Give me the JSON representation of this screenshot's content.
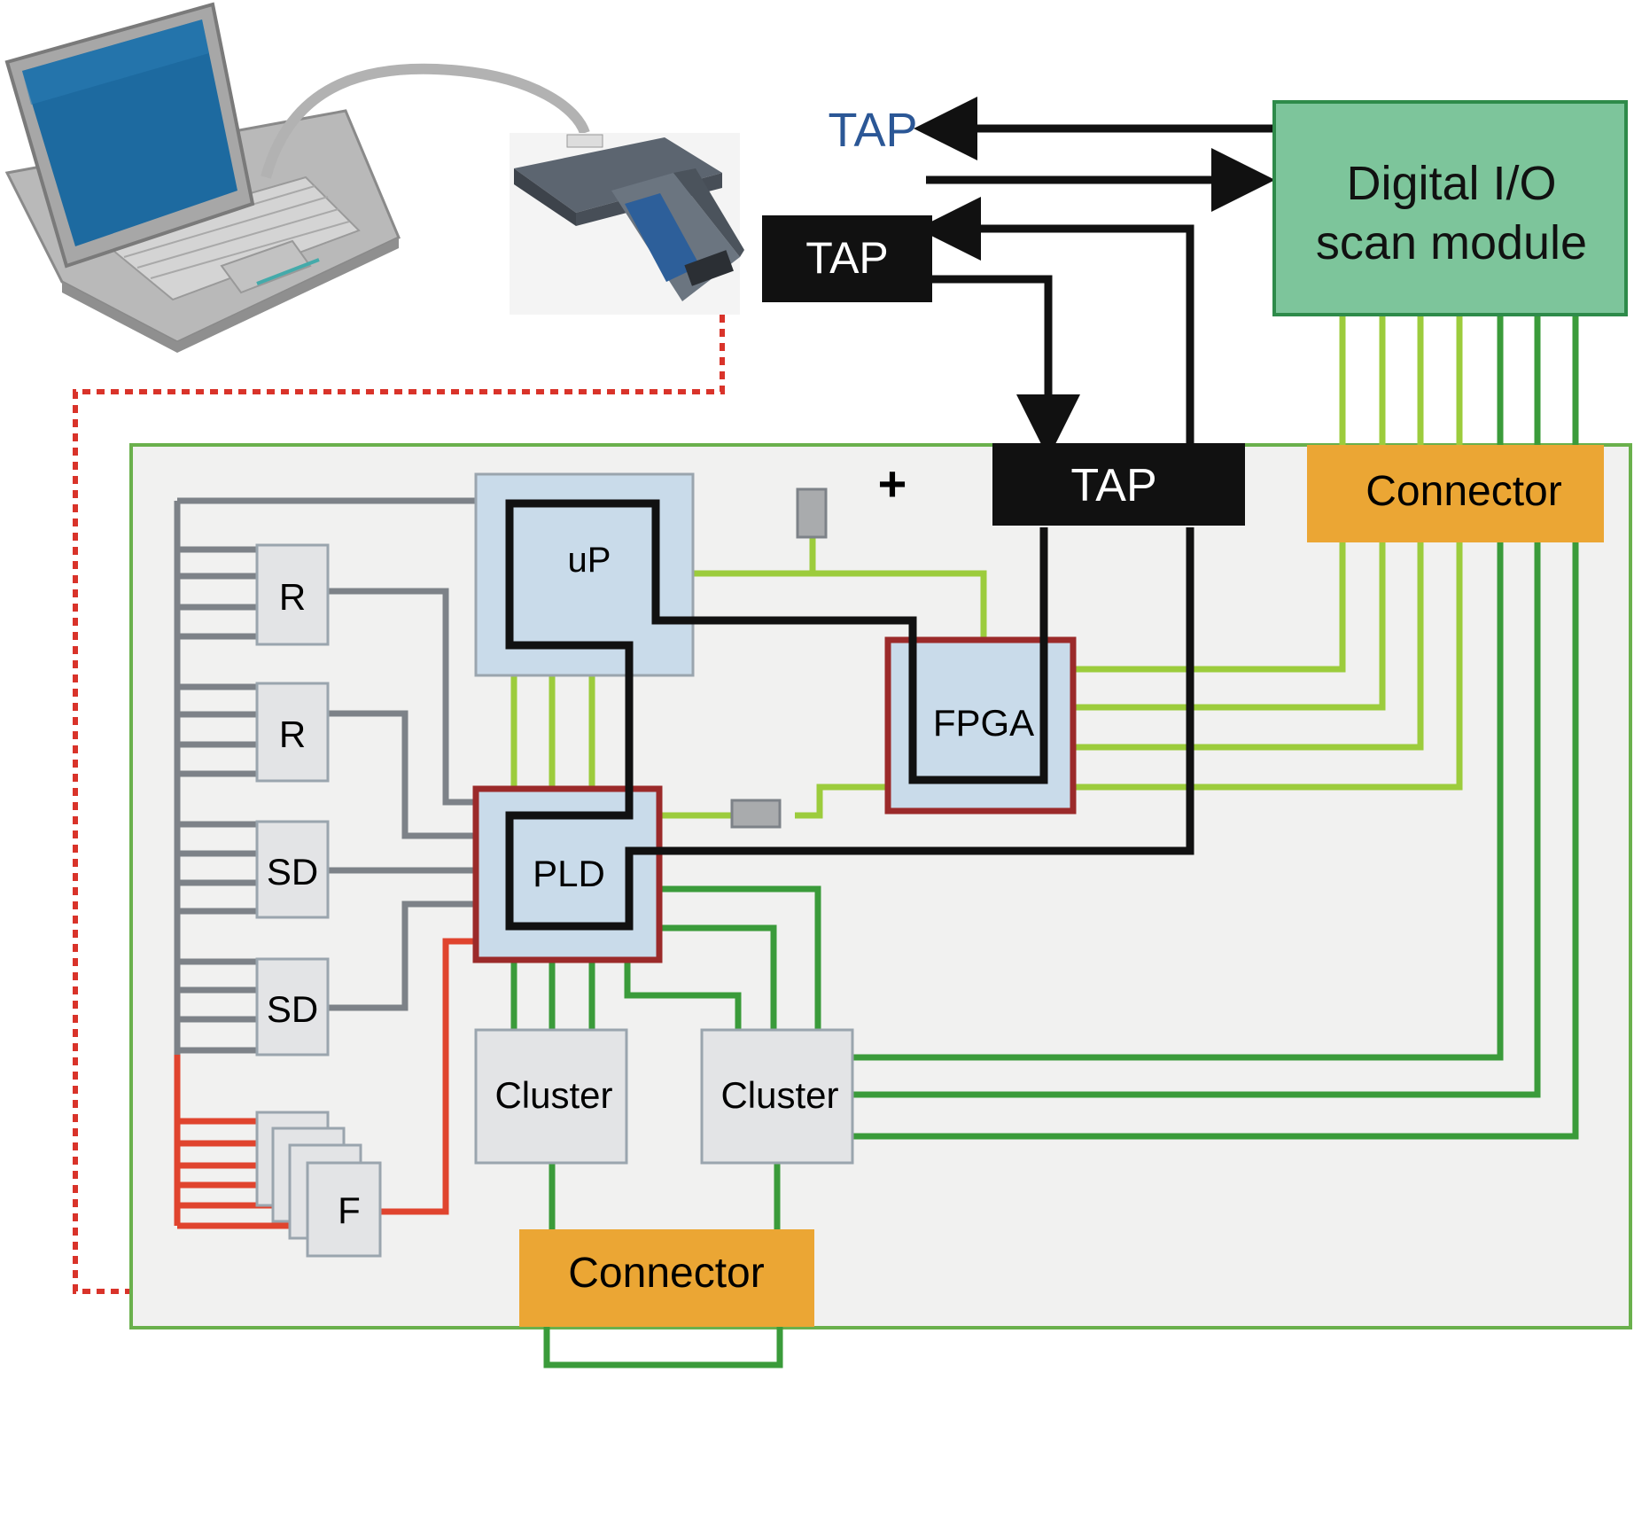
{
  "external": {
    "tap_label": "TAP",
    "controller_tap_label": "TAP",
    "digital_io_line1": "Digital I/O",
    "digital_io_line2": "scan module"
  },
  "board": {
    "tap_label": "TAP",
    "plus_label": "+",
    "connector_right_label": "Connector",
    "connector_bottom_label": "Connector",
    "components": {
      "up": "uP",
      "fpga": "FPGA",
      "pld": "PLD",
      "r1": "R",
      "r2": "R",
      "sd1": "SD",
      "sd2": "SD",
      "flash": "F",
      "cluster1": "Cluster",
      "cluster2": "Cluster"
    }
  },
  "colors": {
    "board_fill": "#f1f1f0",
    "board_border": "#6ab04c",
    "chip_fill": "#c9dbea",
    "chip_border_scan": "#9b2a2a",
    "chip_border_plain": "#9aa5ae",
    "passive_fill": "#e3e4e6",
    "digital_io_fill": "#7dc59b",
    "digital_io_border": "#2e8b4a",
    "connector_fill": "#eba634",
    "tap_fill": "#111111",
    "trace_grey": "#7d8288",
    "trace_light_green": "#9ccc3c",
    "trace_dark_green": "#3a9b3a",
    "trace_red": "#e0442e",
    "jtag_black": "#111111",
    "tap_text_blue": "#2b5796"
  },
  "icons": [
    "laptop-icon",
    "jtag-controller-icon",
    "arrow-icon"
  ]
}
